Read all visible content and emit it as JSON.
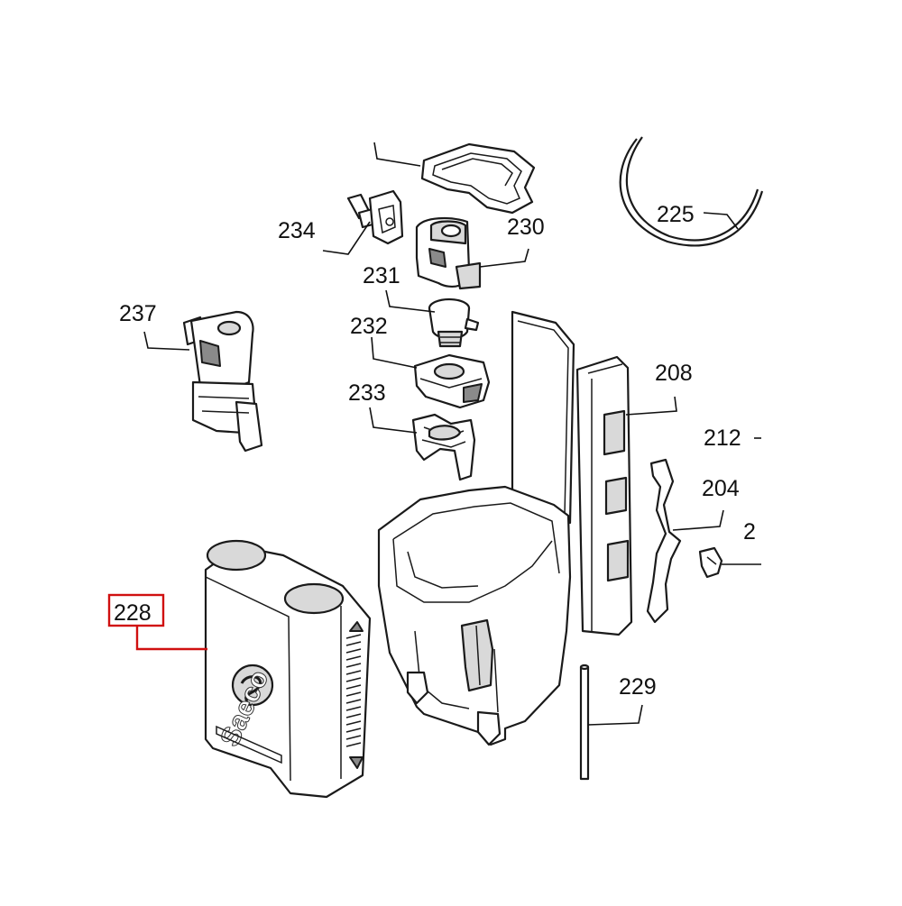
{
  "callouts": [
    {
      "id": "225",
      "label": "225"
    },
    {
      "id": "234",
      "label": "234"
    },
    {
      "id": "230",
      "label": "230"
    },
    {
      "id": "231",
      "label": "231"
    },
    {
      "id": "237",
      "label": "237"
    },
    {
      "id": "232",
      "label": "232"
    },
    {
      "id": "233",
      "label": "233"
    },
    {
      "id": "208",
      "label": "208"
    },
    {
      "id": "212",
      "label": "212"
    },
    {
      "id": "204",
      "label": "204"
    },
    {
      "id": "2",
      "label": "2"
    },
    {
      "id": "228",
      "label": "228"
    },
    {
      "id": "229",
      "label": "229"
    }
  ],
  "highlight": {
    "callout": "228",
    "color": "#d01010"
  },
  "brand_logo": {
    "text": "Saeco"
  }
}
